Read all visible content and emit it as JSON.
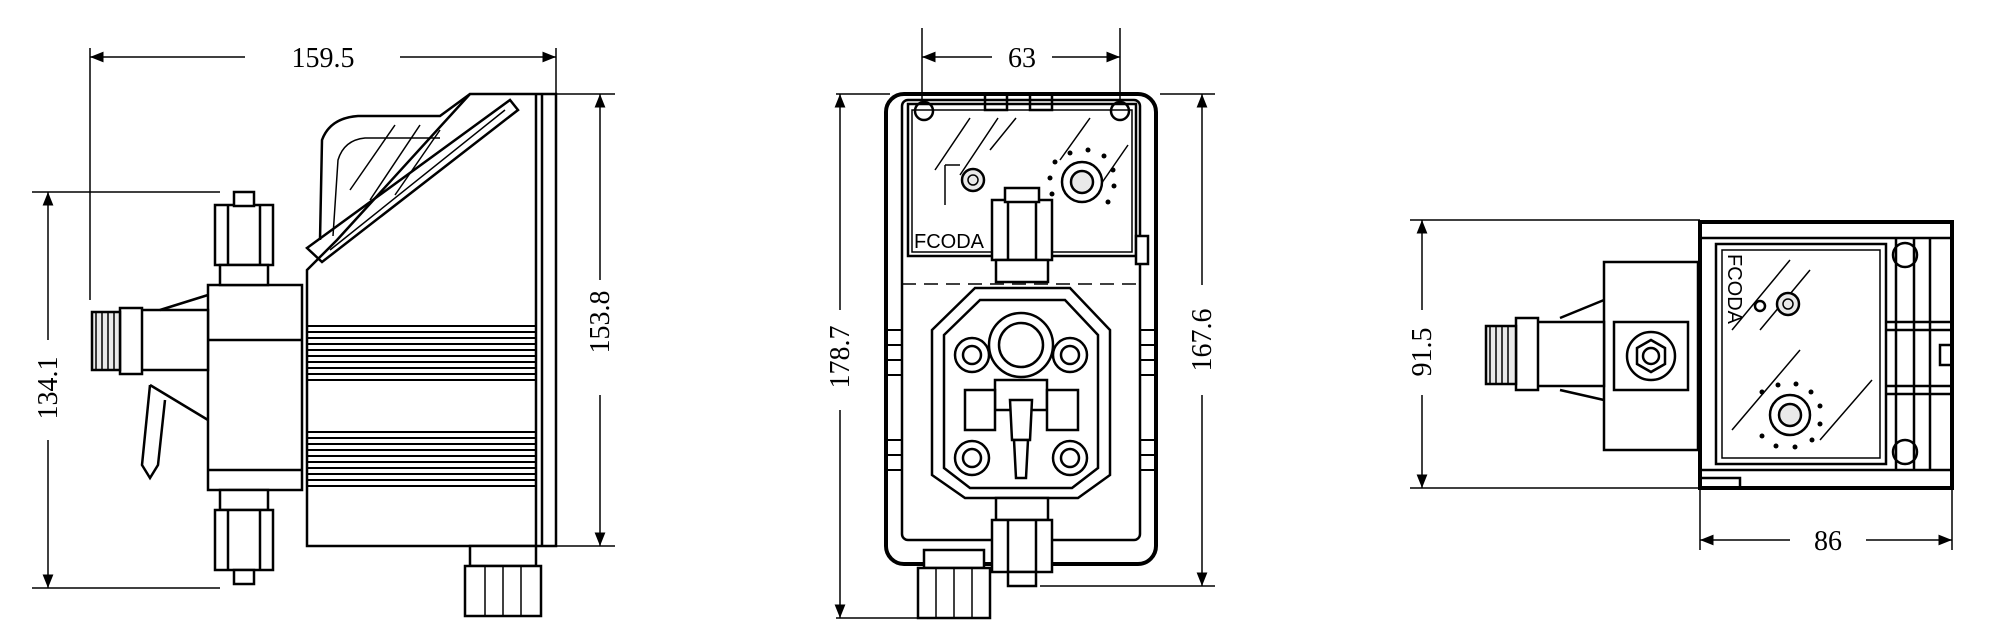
{
  "brand": {
    "logo_text": "FCODA"
  },
  "views": {
    "side": {
      "width_label": "159.5",
      "inlet_height_label": "134.1",
      "height_label": "153.8"
    },
    "front": {
      "width_label": "63",
      "overall_height_label": "178.7",
      "body_height_label": "167.6"
    },
    "top": {
      "depth_label": "91.5",
      "width_label": "86"
    }
  }
}
